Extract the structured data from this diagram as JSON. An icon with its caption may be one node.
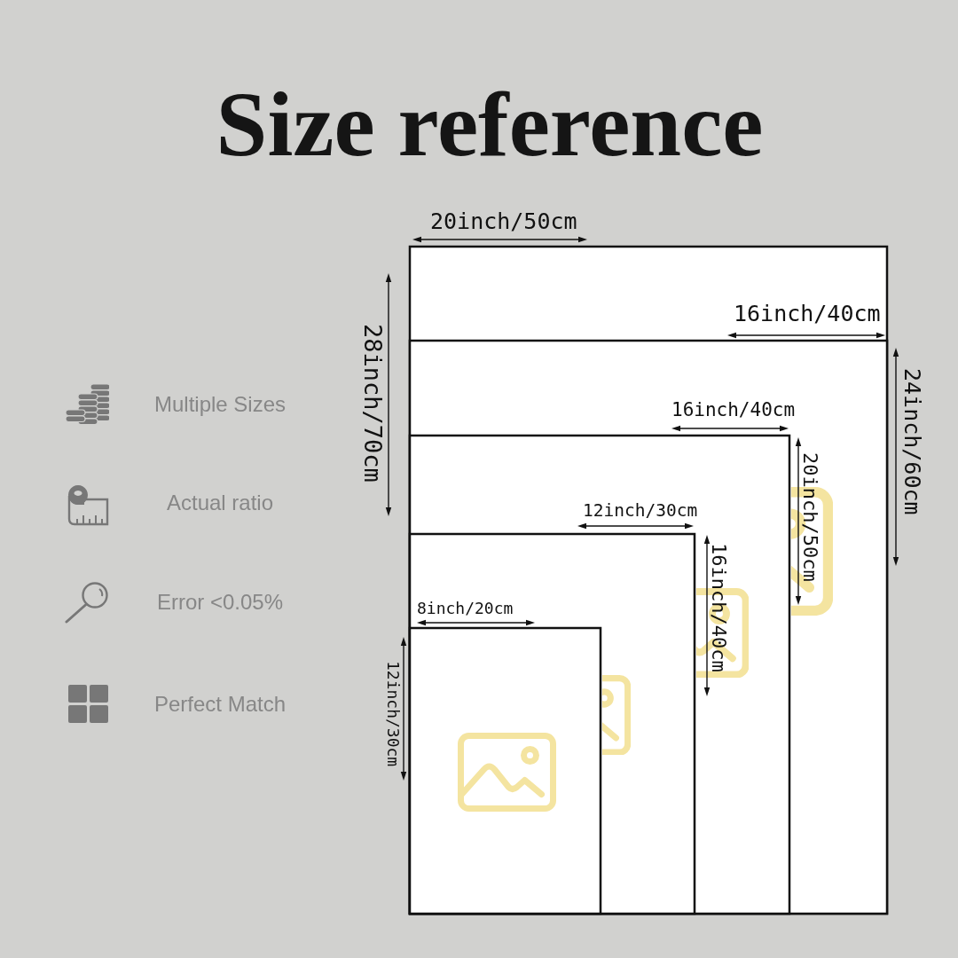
{
  "diagram": {
    "title": "Size reference",
    "labels": [
      "Multiple Sizes",
      "Actual ratio",
      "Error <0.05%",
      "Perfect Match",
      "20inch/50cm",
      "16inch/40cm",
      "28inch/70cm",
      "24inch/60cm",
      "16inch/40cm",
      "20inch/50cm",
      "12inch/30cm",
      "16inch/40cm",
      "8inch/20cm",
      "12inch/30cm"
    ]
  }
}
